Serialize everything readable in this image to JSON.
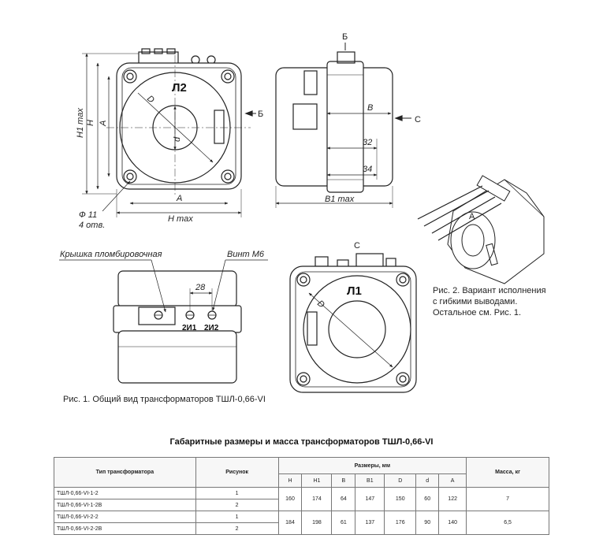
{
  "views": {
    "front": {
      "code": "Л2",
      "dims": {
        "outer_d": "D",
        "inner_d": "d",
        "side_a": "A",
        "side_a_bottom": "A",
        "h": "H",
        "h_max_bottom": "H max",
        "h1_max": "H1 max"
      },
      "hole": "Ф 11",
      "holes_count": "4 отв.",
      "section_mark": "Б"
    },
    "side": {
      "top_mark": "Б",
      "dims": {
        "b": "B",
        "d32": "32",
        "d34": "34",
        "b1_max": "B1 max"
      },
      "section_mark": "C"
    },
    "bottom": {
      "cover_label": "Крышка пломбировочная",
      "screw_label": "Винт М6",
      "spacing": "28",
      "terminal_1": "2И1",
      "terminal_2": "2И2"
    },
    "view_c": {
      "mark": "C",
      "code": "Л1",
      "dim": "D"
    }
  },
  "captions": {
    "fig1": "Рис. 1. Общий вид трансформаторов ТШЛ-0,66-VI",
    "fig2": "Рис. 2. Вариант исполнения с гибкими выводами. Остальное см. Рис. 1."
  },
  "table": {
    "title": "Габаритные размеры и масса трансформаторов ТШЛ-0,66-VI",
    "headers": {
      "type": "Тип трансформатора",
      "figure": "Рисунок",
      "dims_group": "Размеры, мм",
      "mass": "Масса, кг",
      "dims": [
        "H",
        "H1",
        "B",
        "B1",
        "D",
        "d",
        "A"
      ]
    },
    "groups": [
      {
        "rows": [
          {
            "type": "ТШЛ-0,66-VI-1-2",
            "figure": "1"
          },
          {
            "type": "ТШЛ-0,66-VI-1-2В",
            "figure": "2"
          }
        ],
        "dims": [
          "160",
          "174",
          "64",
          "147",
          "150",
          "60",
          "122"
        ],
        "mass": "7"
      },
      {
        "rows": [
          {
            "type": "ТШЛ-0,66-VI-2-2",
            "figure": "1"
          },
          {
            "type": "ТШЛ-0,66-VI-2-2В",
            "figure": "2"
          }
        ],
        "dims": [
          "184",
          "198",
          "61",
          "137",
          "176",
          "90",
          "140"
        ],
        "mass": "6,5"
      }
    ]
  }
}
